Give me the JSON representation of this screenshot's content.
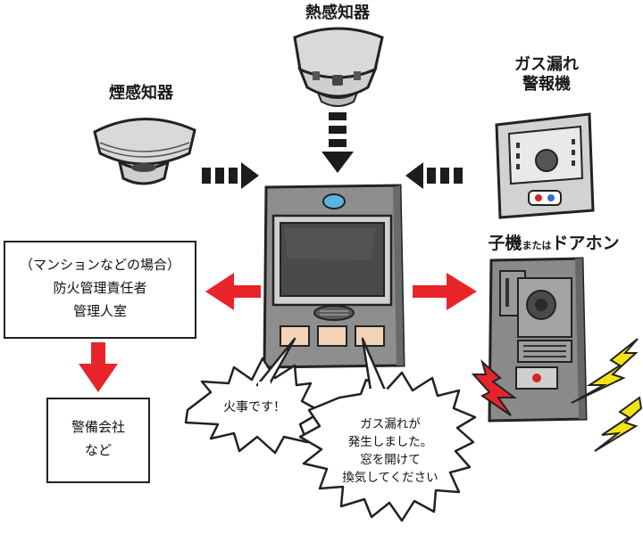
{
  "labels": {
    "heat_detector": "熱感知器",
    "smoke_detector": "煙感知器",
    "gas_alarm": [
      "ガス漏れ",
      "警報機"
    ],
    "sub_unit": {
      "main": "子機",
      "small": "または",
      "tail": "ドアホン"
    }
  },
  "left_box": {
    "lines": [
      "（マンションなどの場合）",
      "防火管理責任者",
      "管理人室"
    ]
  },
  "lower_box": {
    "lines": [
      "警備会社",
      "など"
    ]
  },
  "bubbles": {
    "fire": "火事です！",
    "gas": [
      "ガス漏れが",
      "発生しました。",
      "窓を開けて",
      "換気してください"
    ]
  },
  "colors": {
    "arrow_red": "#e8242a",
    "arrow_dark": "#1c1c1c",
    "device_gray": "#8e8e8e",
    "device_dark": "#6a6a6a",
    "screen": "#4a4a4a",
    "led_blue": "#5ab4e4",
    "buttons_peach": "#f2d3b8",
    "spark_yellow": "#f3e316",
    "spark_red": "#e8242a"
  }
}
